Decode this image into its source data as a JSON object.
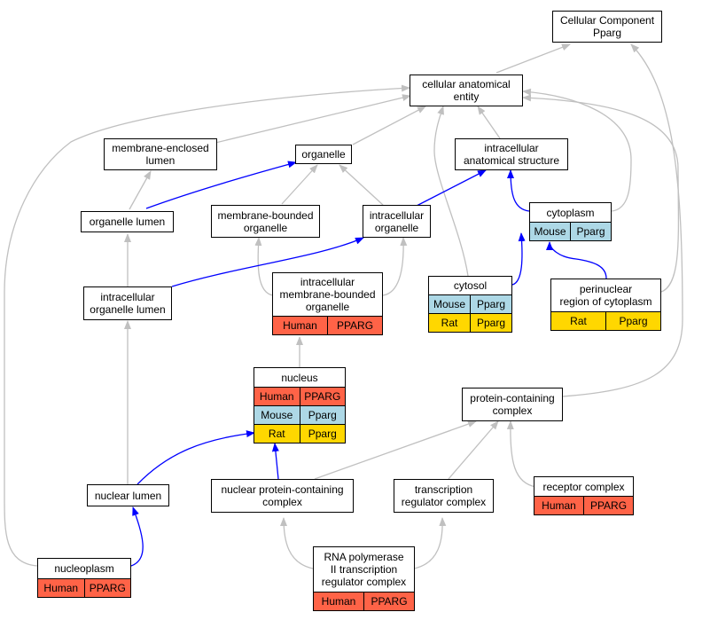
{
  "colors": {
    "is_a_edge": "#c0c0c0",
    "part_of_edge": "#0000ff",
    "human": "#ff6347",
    "mouse": "#add8e6",
    "rat": "#ffd700"
  },
  "nodes": {
    "cellular_component": [
      "Cellular Component",
      "Pparg"
    ],
    "cellular_anatomical_entity": [
      "cellular anatomical",
      "entity"
    ],
    "membrane_enclosed_lumen": [
      "membrane-enclosed",
      "lumen"
    ],
    "organelle": [
      "organelle"
    ],
    "intracellular_anatomical_structure": [
      "intracellular",
      "anatomical structure"
    ],
    "organelle_lumen": [
      "organelle lumen"
    ],
    "membrane_bounded_organelle": [
      "membrane-bounded",
      "organelle"
    ],
    "intracellular_organelle": [
      "intracellular",
      "organelle"
    ],
    "cytoplasm": [
      "cytoplasm"
    ],
    "intracellular_organelle_lumen": [
      "intracellular",
      "organelle lumen"
    ],
    "intracellular_membrane_bounded_organelle": [
      "intracellular",
      "membrane-bounded",
      "organelle"
    ],
    "cytosol": [
      "cytosol"
    ],
    "perinuclear_region": [
      "perinuclear",
      "region of cytoplasm"
    ],
    "nucleus": [
      "nucleus"
    ],
    "protein_containing_complex": [
      "protein-containing",
      "complex"
    ],
    "nuclear_lumen": [
      "nuclear lumen"
    ],
    "nuclear_protein_containing_complex": [
      "nuclear protein-containing",
      "complex"
    ],
    "transcription_regulator_complex": [
      "transcription",
      "regulator complex"
    ],
    "receptor_complex": [
      "receptor complex"
    ],
    "nucleoplasm": [
      "nucleoplasm"
    ],
    "rna_polymerase_ii": [
      "RNA polymerase",
      "II transcription",
      "regulator complex"
    ]
  },
  "annotations": {
    "intracellular_membrane_bounded_organelle": [
      [
        "Human",
        "PPARG"
      ]
    ],
    "cytoplasm": [
      [
        "Mouse",
        "Pparg"
      ]
    ],
    "cytosol": [
      [
        "Mouse",
        "Pparg"
      ],
      [
        "Rat",
        "Pparg"
      ]
    ],
    "perinuclear_region": [
      [
        "Rat",
        "Pparg"
      ]
    ],
    "nucleus": [
      [
        "Human",
        "PPARG"
      ],
      [
        "Mouse",
        "Pparg"
      ],
      [
        "Rat",
        "Pparg"
      ]
    ],
    "receptor_complex": [
      [
        "Human",
        "PPARG"
      ]
    ],
    "nucleoplasm": [
      [
        "Human",
        "PPARG"
      ]
    ],
    "rna_polymerase_ii": [
      [
        "Human",
        "PPARG"
      ]
    ]
  }
}
